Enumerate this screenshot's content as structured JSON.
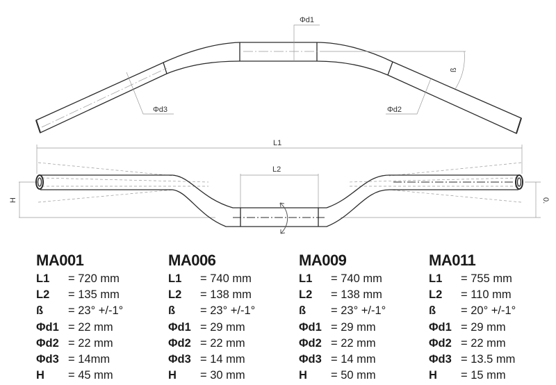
{
  "diagram": {
    "top_view_labels": {
      "d1": "Φd1",
      "d2": "Φd2",
      "d3": "Φd3",
      "beta": "ß"
    },
    "front_view_labels": {
      "L1": "L1",
      "L2": "L2",
      "H": "H"
    },
    "stroke_color": "#2a2a2a",
    "dim_color": "#888888"
  },
  "models": [
    {
      "name": "MA001",
      "specs": [
        {
          "key": "L1",
          "value": "= 720 mm"
        },
        {
          "key": "L2",
          "value": "= 135 mm"
        },
        {
          "key": "ß",
          "value": "= 23° +/-1°"
        },
        {
          "key": "Φd1",
          "value": "= 22 mm"
        },
        {
          "key": "Φd2",
          "value": "= 22 mm"
        },
        {
          "key": "Φd3",
          "value": "= 14mm"
        },
        {
          "key": "H",
          "value": "= 45 mm"
        }
      ]
    },
    {
      "name": "MA006",
      "specs": [
        {
          "key": "L1",
          "value": "= 740 mm"
        },
        {
          "key": "L2",
          "value": "= 138 mm"
        },
        {
          "key": "ß",
          "value": "= 23° +/-1°"
        },
        {
          "key": "Φd1",
          "value": "= 29 mm"
        },
        {
          "key": "Φd2",
          "value": "= 22 mm"
        },
        {
          "key": "Φd3",
          "value": "= 14 mm"
        },
        {
          "key": "H",
          "value": "= 30 mm"
        }
      ]
    },
    {
      "name": "MA009",
      "specs": [
        {
          "key": "L1",
          "value": "= 740 mm"
        },
        {
          "key": "L2",
          "value": "= 138 mm"
        },
        {
          "key": "ß",
          "value": "= 23° +/-1°"
        },
        {
          "key": "Φd1",
          "value": "= 29 mm"
        },
        {
          "key": "Φd2",
          "value": "= 22 mm"
        },
        {
          "key": "Φd3",
          "value": "= 14 mm"
        },
        {
          "key": "H",
          "value": "= 50 mm"
        }
      ]
    },
    {
      "name": "MA011",
      "specs": [
        {
          "key": "L1",
          "value": "= 755 mm"
        },
        {
          "key": "L2",
          "value": "= 110 mm"
        },
        {
          "key": "ß",
          "value": "= 20° +/-1°"
        },
        {
          "key": "Φd1",
          "value": "= 29 mm"
        },
        {
          "key": "Φd2",
          "value": "= 22 mm"
        },
        {
          "key": "Φd3",
          "value": "= 13.5 mm"
        },
        {
          "key": "H",
          "value": "= 15 mm"
        }
      ]
    }
  ]
}
